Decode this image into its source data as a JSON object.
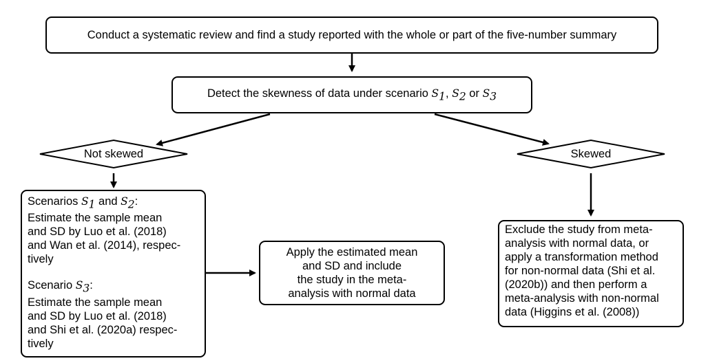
{
  "nodes": {
    "start": {
      "text": "Conduct a systematic review and find a study reported with the whole or part of the five-number summary"
    },
    "detect": {
      "text_before": "Detect the skewness of data under scenario ",
      "s": "S",
      "sub1": "1",
      "sep1": ", ",
      "sub2": "2",
      "sep2": " or ",
      "sub3": "3"
    },
    "not_skewed": {
      "text": "Not skewed"
    },
    "skewed": {
      "text": "Skewed"
    },
    "scenarios": {
      "s": "S",
      "head1_prefix": "Scenarios ",
      "head1_sub_a": "1",
      "head1_mid": " and ",
      "head1_sub_b": "2",
      "head1_suffix": ":",
      "lines1": [
        "Estimate the sample mean",
        "and SD by Luo et al. (2018)",
        "and Wan et al. (2014), respec-",
        "tively"
      ],
      "head2_prefix": "Scenario ",
      "head2_sub": "3",
      "head2_suffix": ":",
      "lines2": [
        "Estimate the sample mean",
        "and SD by Luo et al. (2018)",
        "and Shi et al. (2020a) respec-",
        "tively"
      ]
    },
    "apply": {
      "lines": [
        "Apply the estimated mean",
        "and SD and include",
        "the study in the meta-",
        "analysis with normal data"
      ]
    },
    "exclude": {
      "lines": [
        "Exclude the study from meta-",
        "analysis with normal data, or",
        "apply a transformation method",
        "for non-normal data (Shi et al.",
        "(2020b)) and then perform a",
        "meta-analysis with non-normal",
        "data (Higgins et al. (2008))"
      ]
    }
  }
}
